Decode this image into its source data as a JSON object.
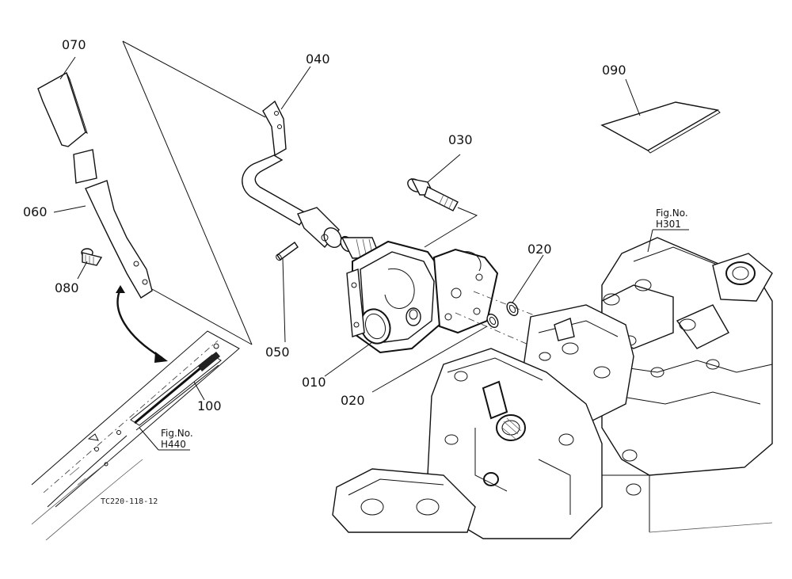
{
  "callouts": [
    {
      "id": "070",
      "text": "070"
    },
    {
      "id": "060",
      "text": "060"
    },
    {
      "id": "080",
      "text": "080"
    },
    {
      "id": "040",
      "text": "040"
    },
    {
      "id": "030",
      "text": "030"
    },
    {
      "id": "050",
      "text": "050"
    },
    {
      "id": "010",
      "text": "010"
    },
    {
      "id": "020a",
      "text": "020"
    },
    {
      "id": "020b",
      "text": "020"
    },
    {
      "id": "090",
      "text": "090"
    },
    {
      "id": "100",
      "text": "100"
    }
  ],
  "figure_refs": [
    {
      "id": "h301",
      "line1": "Fig.No.",
      "line2": "H301"
    },
    {
      "id": "h440",
      "line1": "Fig.No.",
      "line2": "H440"
    }
  ],
  "drawing_code": "TC220-118-12"
}
